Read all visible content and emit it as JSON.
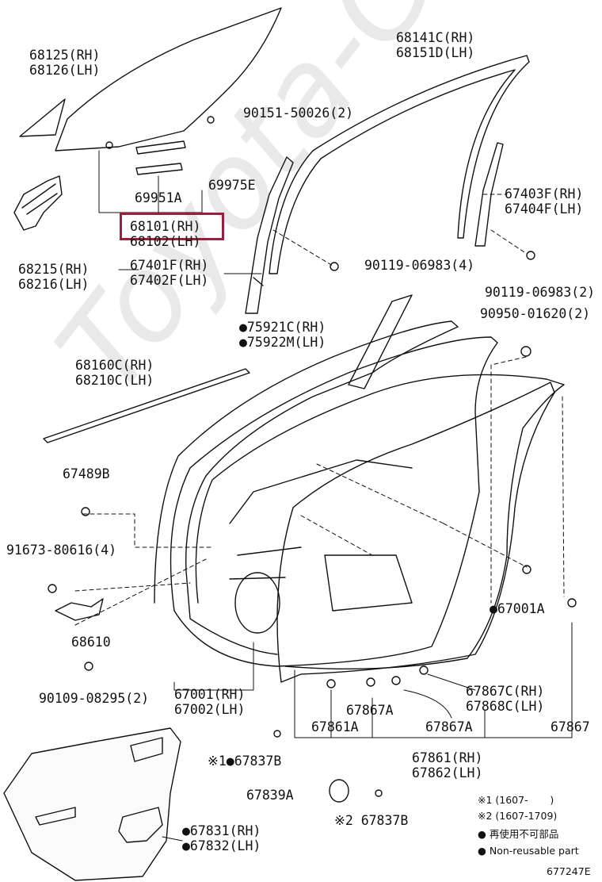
{
  "watermark": "Toyota-Camry.ru",
  "highlight_color": "#9b1f3c",
  "labels": {
    "l68125": "68125(RH)\n68126(LH)",
    "l68141": "68141C(RH)\n68151D(LH)",
    "l90151": "90151-50026(2)",
    "l69975": "69975E",
    "l69951": "69951A",
    "l68101": "68101(RH)\n68102(LH)",
    "l67401": "67401F(RH)\n67402F(LH)",
    "l68215": "68215(RH)\n68216(LH)",
    "l67403": "67403F(RH)\n67404F(LH)",
    "l90119a": "90119-06983(4)",
    "l90119b": "90119-06983(2)",
    "l90950": "90950-01620(2)",
    "l75921": "●75921C(RH)\n●75922M(LH)",
    "l68160": "68160C(RH)\n68210C(LH)",
    "l67489": "67489B",
    "l91673": "91673-80616(4)",
    "l68610": "68610",
    "l67001a": "●67001A",
    "l90109": "90109-08295(2)",
    "l67001": "67001(RH)\n67002(LH)",
    "l67867c": "67867C(RH)\n67868C(LH)",
    "l67867a1": "67867A",
    "l67861a": "67861A",
    "l67867a2": "67867A",
    "l67867": "67867",
    "l67837b1": "※1●67837B",
    "l67861": "67861(RH)\n67862(LH)",
    "l67839": "67839A",
    "l67837b2": "※2 67837B",
    "l67831": "●67831(RH)\n●67832(LH)"
  },
  "notes": {
    "n1": "※1 (1607-       )",
    "n2": "※2 (1607-1709)",
    "n3": "● 再使用不可部品",
    "n4": "● Non-reusable part",
    "code": "677247E"
  }
}
